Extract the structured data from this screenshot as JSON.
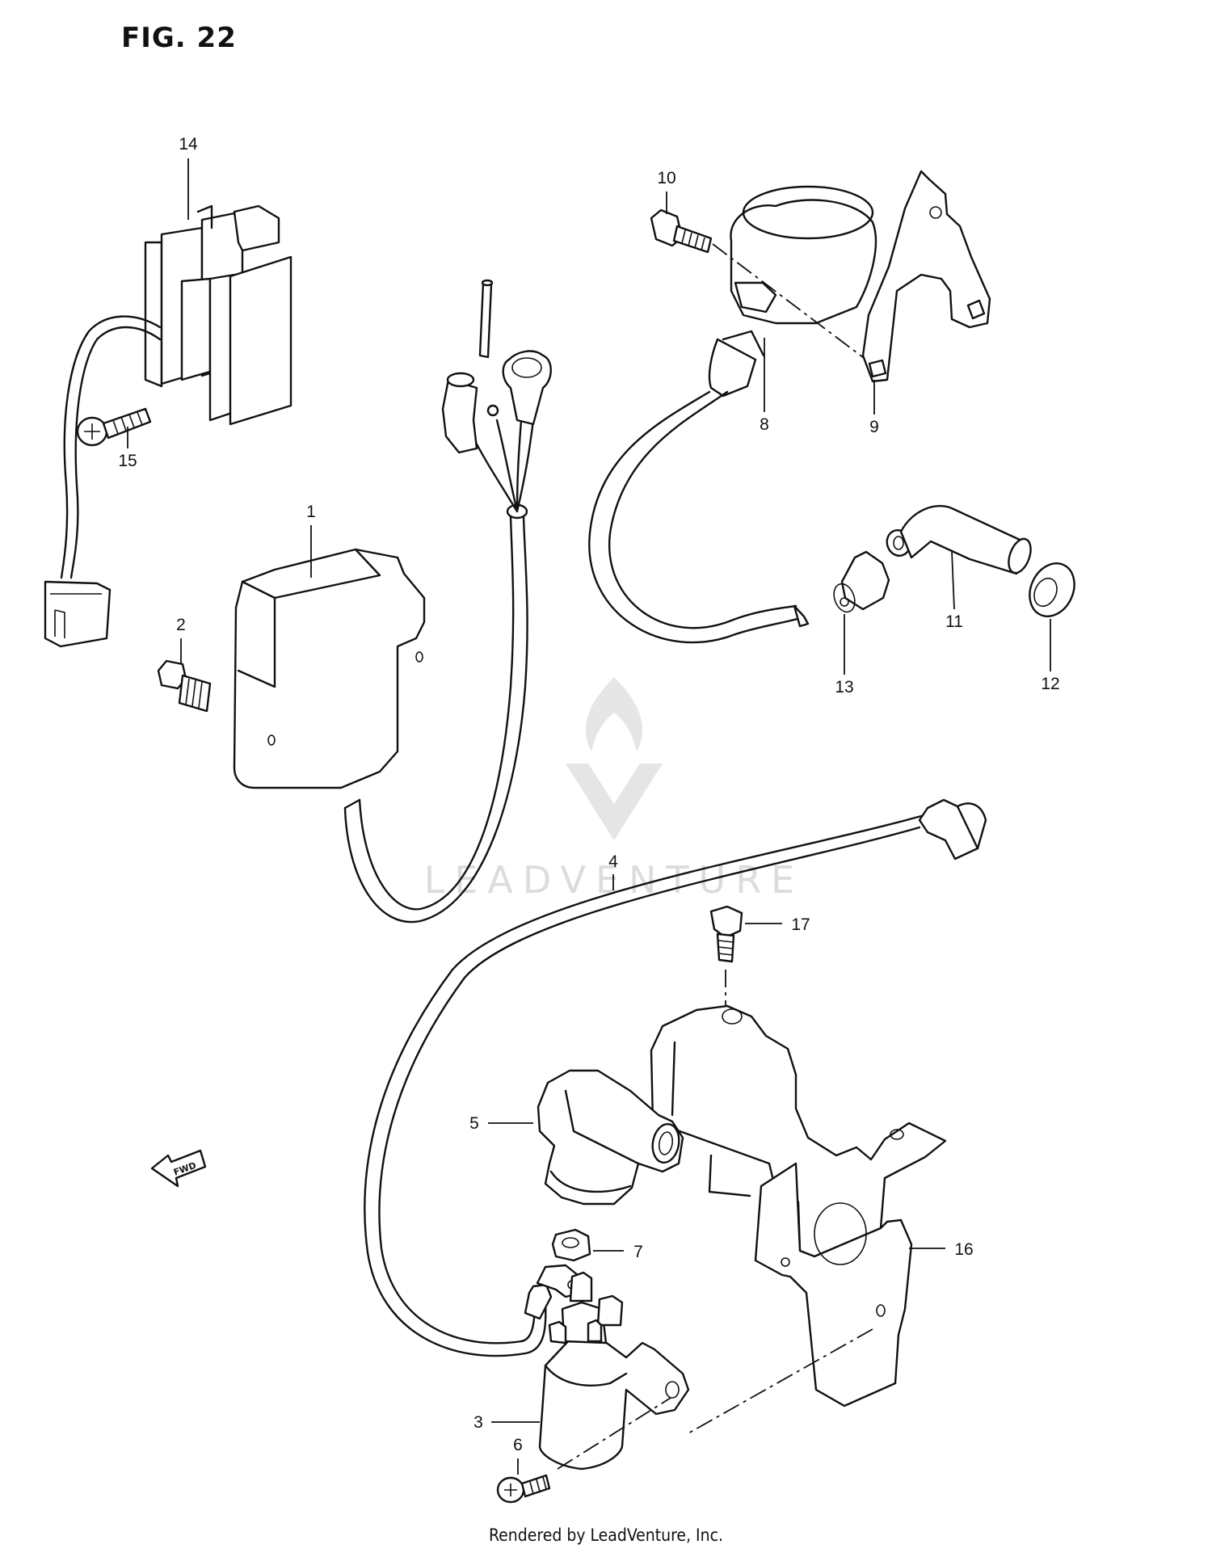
{
  "figure_title": "FIG. 22",
  "watermark": "LEADVENTURE",
  "footer_text": "Rendered by LeadVenture, Inc.",
  "direction_arrow_label": "FWD",
  "callouts": [
    {
      "id": "1",
      "label": "1"
    },
    {
      "id": "2",
      "label": "2"
    },
    {
      "id": "3",
      "label": "3"
    },
    {
      "id": "4",
      "label": "4"
    },
    {
      "id": "5",
      "label": "5"
    },
    {
      "id": "6",
      "label": "6"
    },
    {
      "id": "7",
      "label": "7"
    },
    {
      "id": "8",
      "label": "8"
    },
    {
      "id": "9",
      "label": "9"
    },
    {
      "id": "10",
      "label": "10"
    },
    {
      "id": "11",
      "label": "11"
    },
    {
      "id": "12",
      "label": "12"
    },
    {
      "id": "13",
      "label": "13"
    },
    {
      "id": "14",
      "label": "14"
    },
    {
      "id": "15",
      "label": "15"
    },
    {
      "id": "16",
      "label": "16"
    },
    {
      "id": "17",
      "label": "17"
    }
  ]
}
